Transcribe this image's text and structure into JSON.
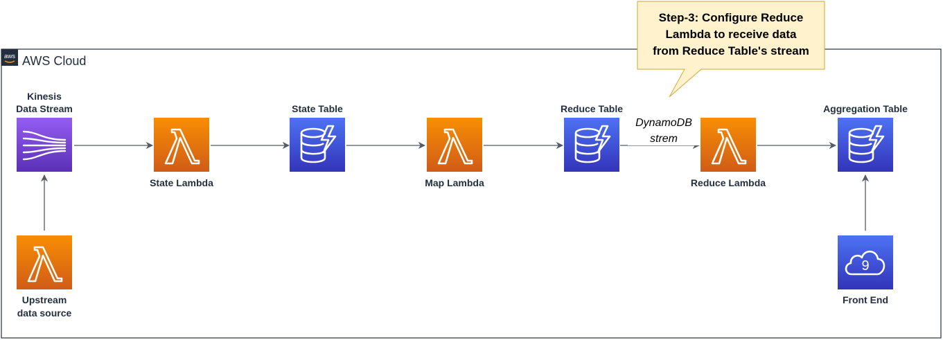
{
  "cloud": {
    "label": "AWS Cloud",
    "badge": "aws"
  },
  "callout": {
    "lines": [
      "Step-3: Configure Reduce",
      "Lambda to receive data",
      "from Reduce Table's stream"
    ]
  },
  "nodes": {
    "kinesis": {
      "lines": [
        "Kinesis",
        "Data Stream"
      ],
      "icon": "kinesis-data-streams-icon"
    },
    "state_lambda": {
      "label": "State Lambda",
      "icon": "lambda-icon"
    },
    "state_table": {
      "label": "State Table",
      "icon": "dynamodb-icon"
    },
    "map_lambda": {
      "label": "Map Lambda",
      "icon": "lambda-icon"
    },
    "reduce_table": {
      "label": "Reduce Table",
      "icon": "dynamodb-icon"
    },
    "reduce_lambda": {
      "label": "Reduce Lambda",
      "icon": "lambda-icon"
    },
    "aggregation_table": {
      "label": "Aggregation Table",
      "icon": "dynamodb-icon"
    },
    "upstream": {
      "lines": [
        "Upstream",
        "data source"
      ],
      "icon": "lambda-icon"
    },
    "front_end": {
      "label": "Front End",
      "icon": "cloud9-icon",
      "badge": "9"
    }
  },
  "edge_label": {
    "lines": [
      "DynamoDB",
      "strem"
    ]
  },
  "colors": {
    "lambda_top": "#F78E04",
    "lambda_bottom": "#D05C17",
    "dynamo_top": "#4D72F3",
    "dynamo_bottom": "#3334B9",
    "kinesis_top": "#945DF2",
    "kinesis_bottom": "#5A30B5",
    "callout_fill": "#FFF2CC",
    "callout_stroke": "#D6B656",
    "arrow": "#545B64",
    "frame": "#232F3E"
  }
}
